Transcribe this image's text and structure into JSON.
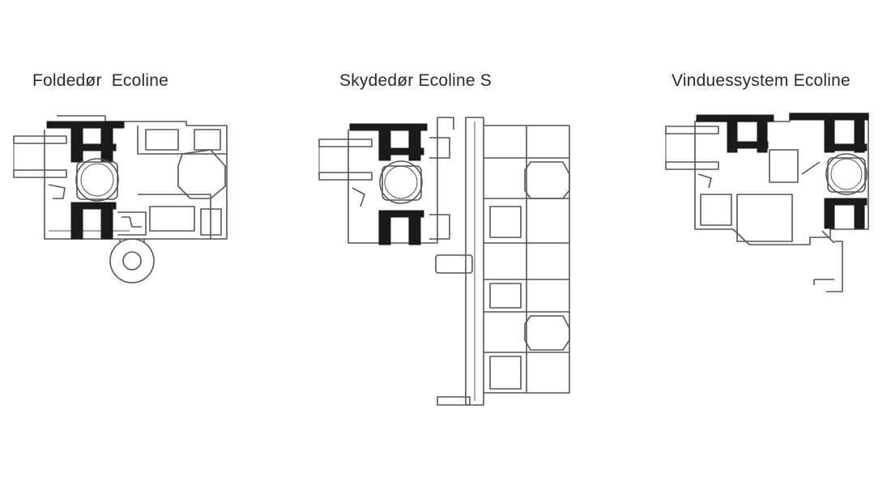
{
  "panels": [
    {
      "title": "Foldedør  Ecoline"
    },
    {
      "title": "Skydedør Ecoline S"
    },
    {
      "title": "Vinduessystem Ecoline"
    }
  ]
}
